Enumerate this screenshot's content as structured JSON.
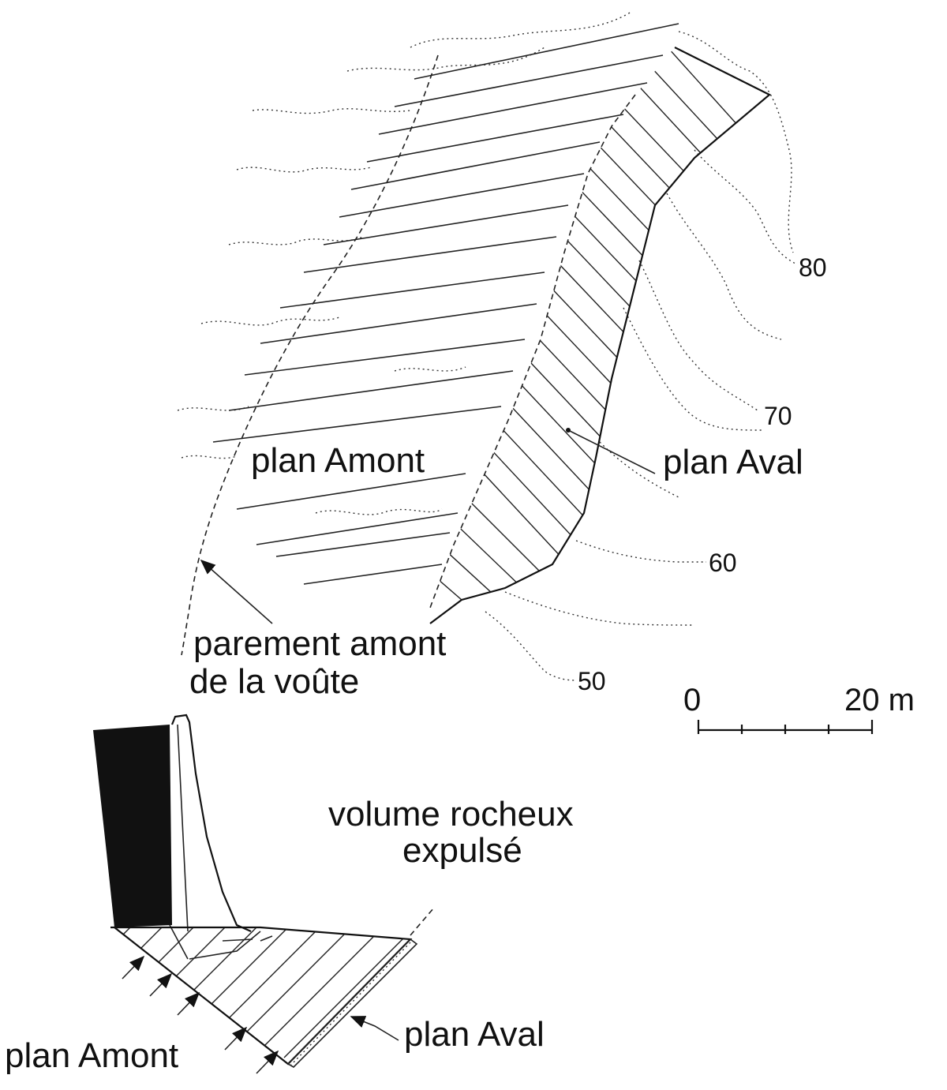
{
  "plan_view": {
    "labels": {
      "plan_amont": "plan Amont",
      "plan_aval": "plan Aval",
      "parement_line1": "parement amont",
      "parement_line2": "de la voûte"
    },
    "contours": [
      "80",
      "70",
      "60",
      "50"
    ],
    "scale_bar": {
      "start": "0",
      "end": "20 m"
    }
  },
  "section_view": {
    "labels": {
      "volume_line1": "volume rocheux",
      "volume_line2": "expulsé",
      "plan_aval": "plan Aval",
      "plan_amont": "plan Amont"
    }
  },
  "colors": {
    "ink": "#111111",
    "paper": "#ffffff"
  }
}
